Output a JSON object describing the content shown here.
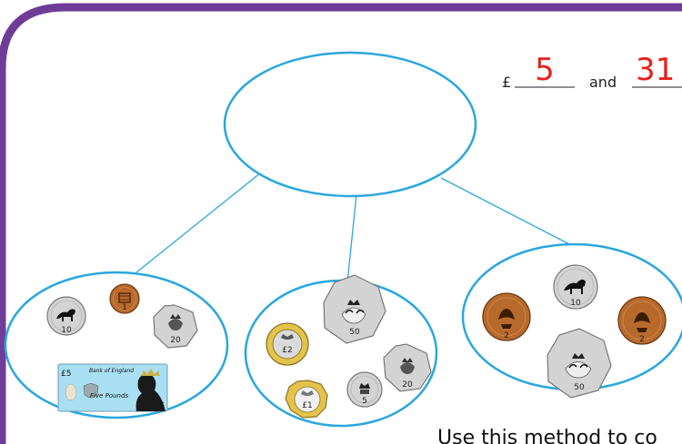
{
  "header": {
    "currency_symbol": "£",
    "pounds_value": "5",
    "connector": "and",
    "pence_value": "31"
  },
  "footer": {
    "instruction": "Use this method to co"
  },
  "colors": {
    "frame_purple": "#6f3c98",
    "circle_blue": "#2aa7de",
    "answer_red": "#e8211b",
    "silver": "#d3d3d3",
    "bronze": "#b86a2c",
    "gold": "#e3c34a",
    "note_blue": "#a9dff2"
  },
  "groups": [
    {
      "name": "left",
      "coins": [
        {
          "icon": "ten-pence-coin-icon",
          "label": "10"
        },
        {
          "icon": "one-penny-coin-icon",
          "label": "1"
        },
        {
          "icon": "twenty-pence-coin-icon",
          "label": "20"
        }
      ],
      "note": {
        "icon": "five-pound-note-icon",
        "denomination": "£5",
        "bank": "Bank of England",
        "words": "Five Pounds",
        "number": "5"
      }
    },
    {
      "name": "middle",
      "coins": [
        {
          "icon": "fifty-pence-coin-icon",
          "label": "50"
        },
        {
          "icon": "two-pound-coin-icon",
          "label": "£2"
        },
        {
          "icon": "twenty-pence-coin-icon",
          "label": "20"
        },
        {
          "icon": "one-pound-coin-icon",
          "label": "£1"
        },
        {
          "icon": "five-pence-coin-icon",
          "label": "5"
        }
      ]
    },
    {
      "name": "right",
      "coins": [
        {
          "icon": "two-pence-coin-icon",
          "label": "2"
        },
        {
          "icon": "ten-pence-coin-icon",
          "label": "10"
        },
        {
          "icon": "two-pence-coin-icon",
          "label": "2"
        },
        {
          "icon": "fifty-pence-coin-icon",
          "label": "50"
        }
      ]
    }
  ]
}
